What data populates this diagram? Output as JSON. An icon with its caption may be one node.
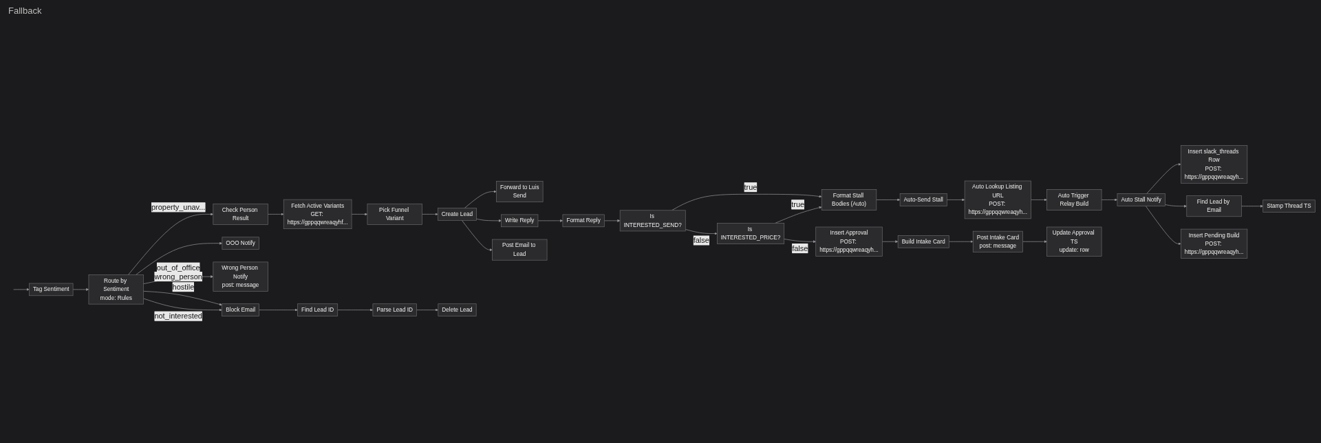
{
  "diagram": {
    "nodes": [
      {
        "text": [
          "Tag Sentiment"
        ]
      },
      {
        "text": [
          "Route by Sentiment",
          "mode: Rules"
        ]
      },
      {
        "text": [
          "Check Person Result"
        ]
      },
      {
        "text": [
          "Fetch Active Variants",
          "GET: https://gppqqwreaqyhf..."
        ]
      },
      {
        "text": [
          "Pick Funnel Variant"
        ]
      },
      {
        "text": [
          "Create Lead"
        ]
      },
      {
        "text": [
          "Forward to Luis",
          "Send"
        ]
      },
      {
        "text": [
          "Write Reply"
        ]
      },
      {
        "text": [
          "Post Email to Lead"
        ]
      },
      {
        "text": [
          "Format Reply"
        ]
      },
      {
        "text": [
          "Is INTERESTED_SEND?"
        ]
      },
      {
        "text": [
          "Is INTERESTED_PRICE?"
        ]
      },
      {
        "text": [
          "Format Stall Bodies (Auto)"
        ]
      },
      {
        "text": [
          "Auto-Send Stall"
        ]
      },
      {
        "text": [
          "Auto Lookup Listing URL",
          "POST: https://gppqqwreaqyh..."
        ]
      },
      {
        "text": [
          "Auto Trigger Relay Build"
        ]
      },
      {
        "text": [
          "Auto Stall Notify"
        ]
      },
      {
        "text": [
          "Insert slack_threads Row",
          "POST: https://gppqqwreaqyh..."
        ]
      },
      {
        "text": [
          "Find Lead by Email"
        ]
      },
      {
        "text": [
          "Stamp Thread TS"
        ]
      },
      {
        "text": [
          "Insert Pending Build",
          "POST: https://gppqqwreaqyh..."
        ]
      },
      {
        "text": [
          "Insert Approval",
          "POST: https://gppqqwreaqyh..."
        ]
      },
      {
        "text": [
          "Build Intake Card"
        ]
      },
      {
        "text": [
          "Post Intake Card",
          "post: message"
        ]
      },
      {
        "text": [
          "Update Approval TS",
          "update: row"
        ]
      },
      {
        "text": [
          "OOO Notify"
        ]
      },
      {
        "text": [
          "Wrong Person Notify",
          "post: message"
        ]
      },
      {
        "text": [
          "Block Email"
        ]
      },
      {
        "text": [
          "Find Lead ID"
        ]
      },
      {
        "text": [
          "Parse Lead ID"
        ]
      },
      {
        "text": [
          "Delete Lead"
        ]
      }
    ],
    "edges": [
      {
        "from": null,
        "to": 0,
        "arrow": "to"
      },
      {
        "from": 0,
        "to": 1,
        "arrow": "to"
      },
      {
        "from": 1,
        "to": 27,
        "label": "hostile",
        "arrow": "to"
      },
      {
        "from": 1,
        "to": 25,
        "label": "out_of_office",
        "arrow": "to"
      },
      {
        "from": 1,
        "to": 26,
        "label": "wrong_person",
        "arrow": "to"
      },
      {
        "from": 1,
        "to": 27,
        "label": "not_interested",
        "arrow": "to"
      },
      {
        "from": 1,
        "to": 2,
        "label": "property_unav...",
        "arrow": "to"
      },
      {
        "from": 2,
        "to": 3,
        "arrow": "to"
      },
      {
        "from": 3,
        "to": 4,
        "arrow": "to"
      },
      {
        "from": 4,
        "to": 5,
        "arrow": "to"
      },
      {
        "from": 5,
        "to": 6,
        "arrow": "to"
      },
      {
        "from": 5,
        "to": 7,
        "arrow": "to"
      },
      {
        "from": 5,
        "to": 8,
        "arrow": "to"
      },
      {
        "from": 7,
        "to": 9,
        "arrow": "to"
      },
      {
        "from": 9,
        "to": 10,
        "arrow": "to"
      },
      {
        "from": 10,
        "to": 12,
        "label": "true",
        "arrow": "to"
      },
      {
        "from": 10,
        "to": 11,
        "label": "false",
        "arrow": "to"
      },
      {
        "from": 11,
        "to": 12,
        "label": "true",
        "arrow": "to"
      },
      {
        "from": 11,
        "to": 21,
        "label": "false",
        "arrow": "to"
      },
      {
        "from": 12,
        "to": 13,
        "arrow": "to"
      },
      {
        "from": 13,
        "to": 14,
        "arrow": "to"
      },
      {
        "from": 14,
        "to": 15,
        "arrow": "to"
      },
      {
        "from": 15,
        "to": 16,
        "arrow": "to"
      },
      {
        "from": 16,
        "to": 17,
        "arrow": "to"
      },
      {
        "from": 16,
        "to": 18,
        "arrow": "to"
      },
      {
        "from": 16,
        "to": 20,
        "arrow": "to"
      },
      {
        "from": 18,
        "to": 19,
        "arrow": "to"
      },
      {
        "from": 21,
        "to": 22,
        "arrow": "to"
      },
      {
        "from": 22,
        "to": 23,
        "arrow": "to"
      },
      {
        "from": 23,
        "to": 24,
        "arrow": "to"
      },
      {
        "from": 27,
        "to": 28,
        "arrow": "to"
      },
      {
        "from": 28,
        "to": 29,
        "arrow": "to"
      },
      {
        "from": 29,
        "to": 30,
        "arrow": "to"
      }
    ],
    "labels": [
      "Fallback"
    ]
  }
}
